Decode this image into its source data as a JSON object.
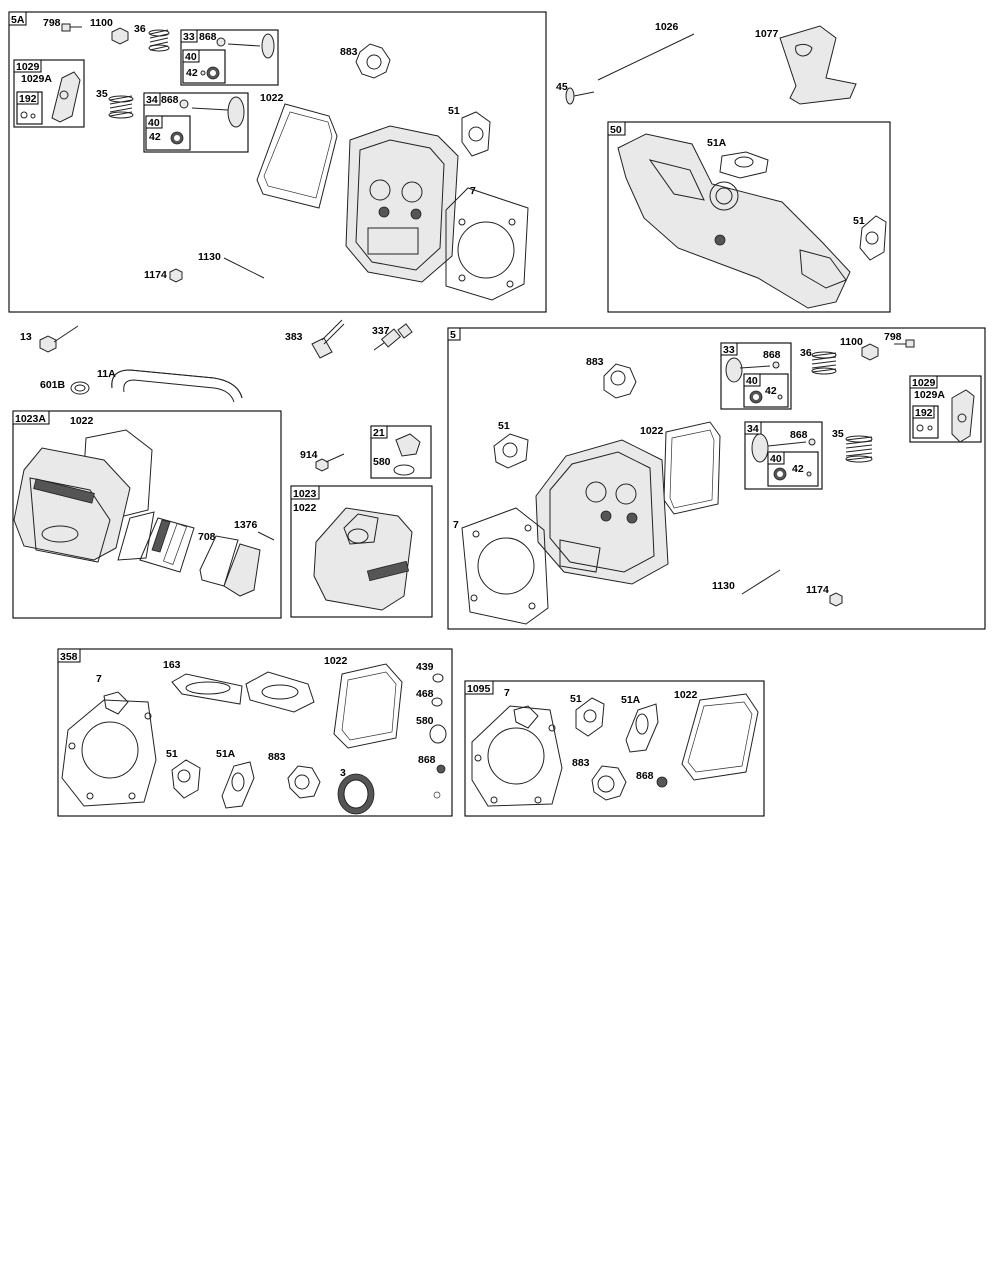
{
  "groups": {
    "g5A": {
      "tag": "5A"
    },
    "g1029_top": {
      "tag": "1029",
      "sub": "1029A",
      "inner": "192"
    },
    "g33_top": {
      "tag": "33",
      "sub": "868",
      "inner": "40",
      "inner_sub": "42"
    },
    "g34_top": {
      "tag": "34",
      "sub": "868",
      "inner": "40",
      "inner_sub": "42"
    },
    "g50": {
      "tag": "50"
    },
    "g1023A": {
      "tag": "1023A"
    },
    "g21": {
      "tag": "21",
      "sub": "580"
    },
    "g1023": {
      "tag": "1023",
      "sub": "1022"
    },
    "g5": {
      "tag": "5"
    },
    "g33_r": {
      "tag": "33",
      "sub": "868",
      "inner": "40",
      "inner_sub": "42"
    },
    "g34_r": {
      "tag": "34",
      "sub": "868",
      "inner": "40",
      "inner_sub": "42"
    },
    "g1029_r": {
      "tag": "1029",
      "sub": "1029A",
      "inner": "192"
    },
    "g358": {
      "tag": "358"
    },
    "g1095": {
      "tag": "1095"
    }
  },
  "labels": {
    "l798a": "798",
    "l1100a": "1100",
    "l36a": "36",
    "l35a": "35",
    "l1022a": "1022",
    "l883a": "883",
    "l51a": "51",
    "l7a": "7",
    "l1130a": "1130",
    "l1174a": "1174",
    "l1026": "1026",
    "l1077": "1077",
    "l45": "45",
    "l51Ab": "51A",
    "l51b": "51",
    "l13": "13",
    "l11A": "11A",
    "l601B": "601B",
    "l383": "383",
    "l337": "337",
    "l1022c": "1022",
    "l708": "708",
    "l1376": "1376",
    "l914": "914",
    "l883d": "883",
    "l51d": "51",
    "l1022d": "1022",
    "l7d": "7",
    "l868d1": "868",
    "l36d": "36",
    "l1100d": "1100",
    "l798d": "798",
    "l868d2": "868",
    "l35d": "35",
    "l1130d": "1130",
    "l1174d": "1174",
    "l7e": "7",
    "l163": "163",
    "l1022e": "1022",
    "l439": "439",
    "l468": "468",
    "l580e": "580",
    "l868e": "868",
    "l51e": "51",
    "l51Ae": "51A",
    "l883e": "883",
    "l3": "3",
    "l7f": "7",
    "l51f": "51",
    "l51Af": "51A",
    "l1022f": "1022",
    "l883f": "883",
    "l868f": "868"
  }
}
